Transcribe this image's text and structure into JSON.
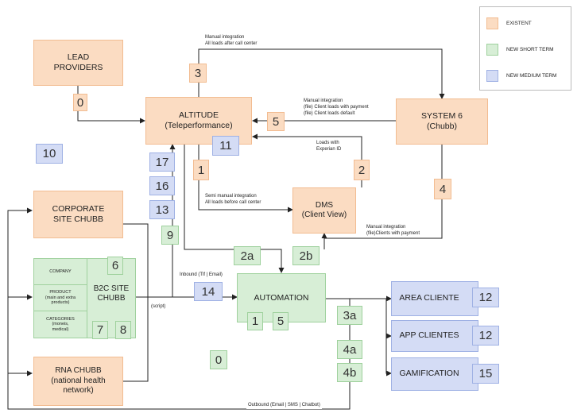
{
  "legend": {
    "existent": "EXISTENT",
    "new_short_term": "NEW SHORT TERM",
    "new_medium_term": "NEW MEDIUM TERM",
    "colors": {
      "existent": "#fbdcc2",
      "new_short_term": "#d7eed6",
      "new_medium_term": "#d4dcf5"
    }
  },
  "nodes": {
    "lead_providers": "LEAD\nPROVIDERS",
    "altitude": "ALTITUDE\n(Teleperformance)",
    "system6": "SYSTEM 6\n(Chubb)",
    "dms": "DMS\n(Client View)",
    "corporate_site": "CORPORATE\nSITE CHUBB",
    "b2c_site": "B2C SITE\nCHUBB",
    "b2c_company": "COMPANY",
    "b2c_product": "PRODUCT\n(main and extra\nproducts)",
    "b2c_categories": "CATEGORIES\n(moneis,\nmedical)",
    "rna_chubb": "RNA CHUBB\n(national health\nnetwork)",
    "automation": "AUTOMATION",
    "area_cliente": "AREA CLIENTE",
    "app_clientes": "APP CLIENTES",
    "gamification": "GAMIFICATION"
  },
  "badges": {
    "b0_lead": "0",
    "b3": "3",
    "b5": "5",
    "b11": "11",
    "b1": "1",
    "b2": "2",
    "b4": "4",
    "b10": "10",
    "b17": "17",
    "b16": "16",
    "b13": "13",
    "b9": "9",
    "b2a": "2a",
    "b2b": "2b",
    "b6": "6",
    "b7": "7",
    "b8": "8",
    "b14": "14",
    "b1_auto": "1",
    "b5_auto": "5",
    "b3a": "3a",
    "b4a": "4a",
    "b4b": "4b",
    "b0_mid": "0",
    "b12_area": "12",
    "b12_app": "12",
    "b15": "15"
  },
  "notes": {
    "manual_top": "Manual integration\nAll loads after call center",
    "manual_sys6": "Manual integration\n(file) Client loads with payment\n(file) Client loads default",
    "loads_experian": "Loads with\nExperian ID",
    "semi_manual": "Semi manual integration\nAll loads before call center",
    "manual_dms": "Manual integration\n(file)Clients with payment",
    "inbound": "Inbound (Tlf | Email)",
    "script": "(script)",
    "outbound": "Outbound (Email | SMS | Chatbot)"
  }
}
